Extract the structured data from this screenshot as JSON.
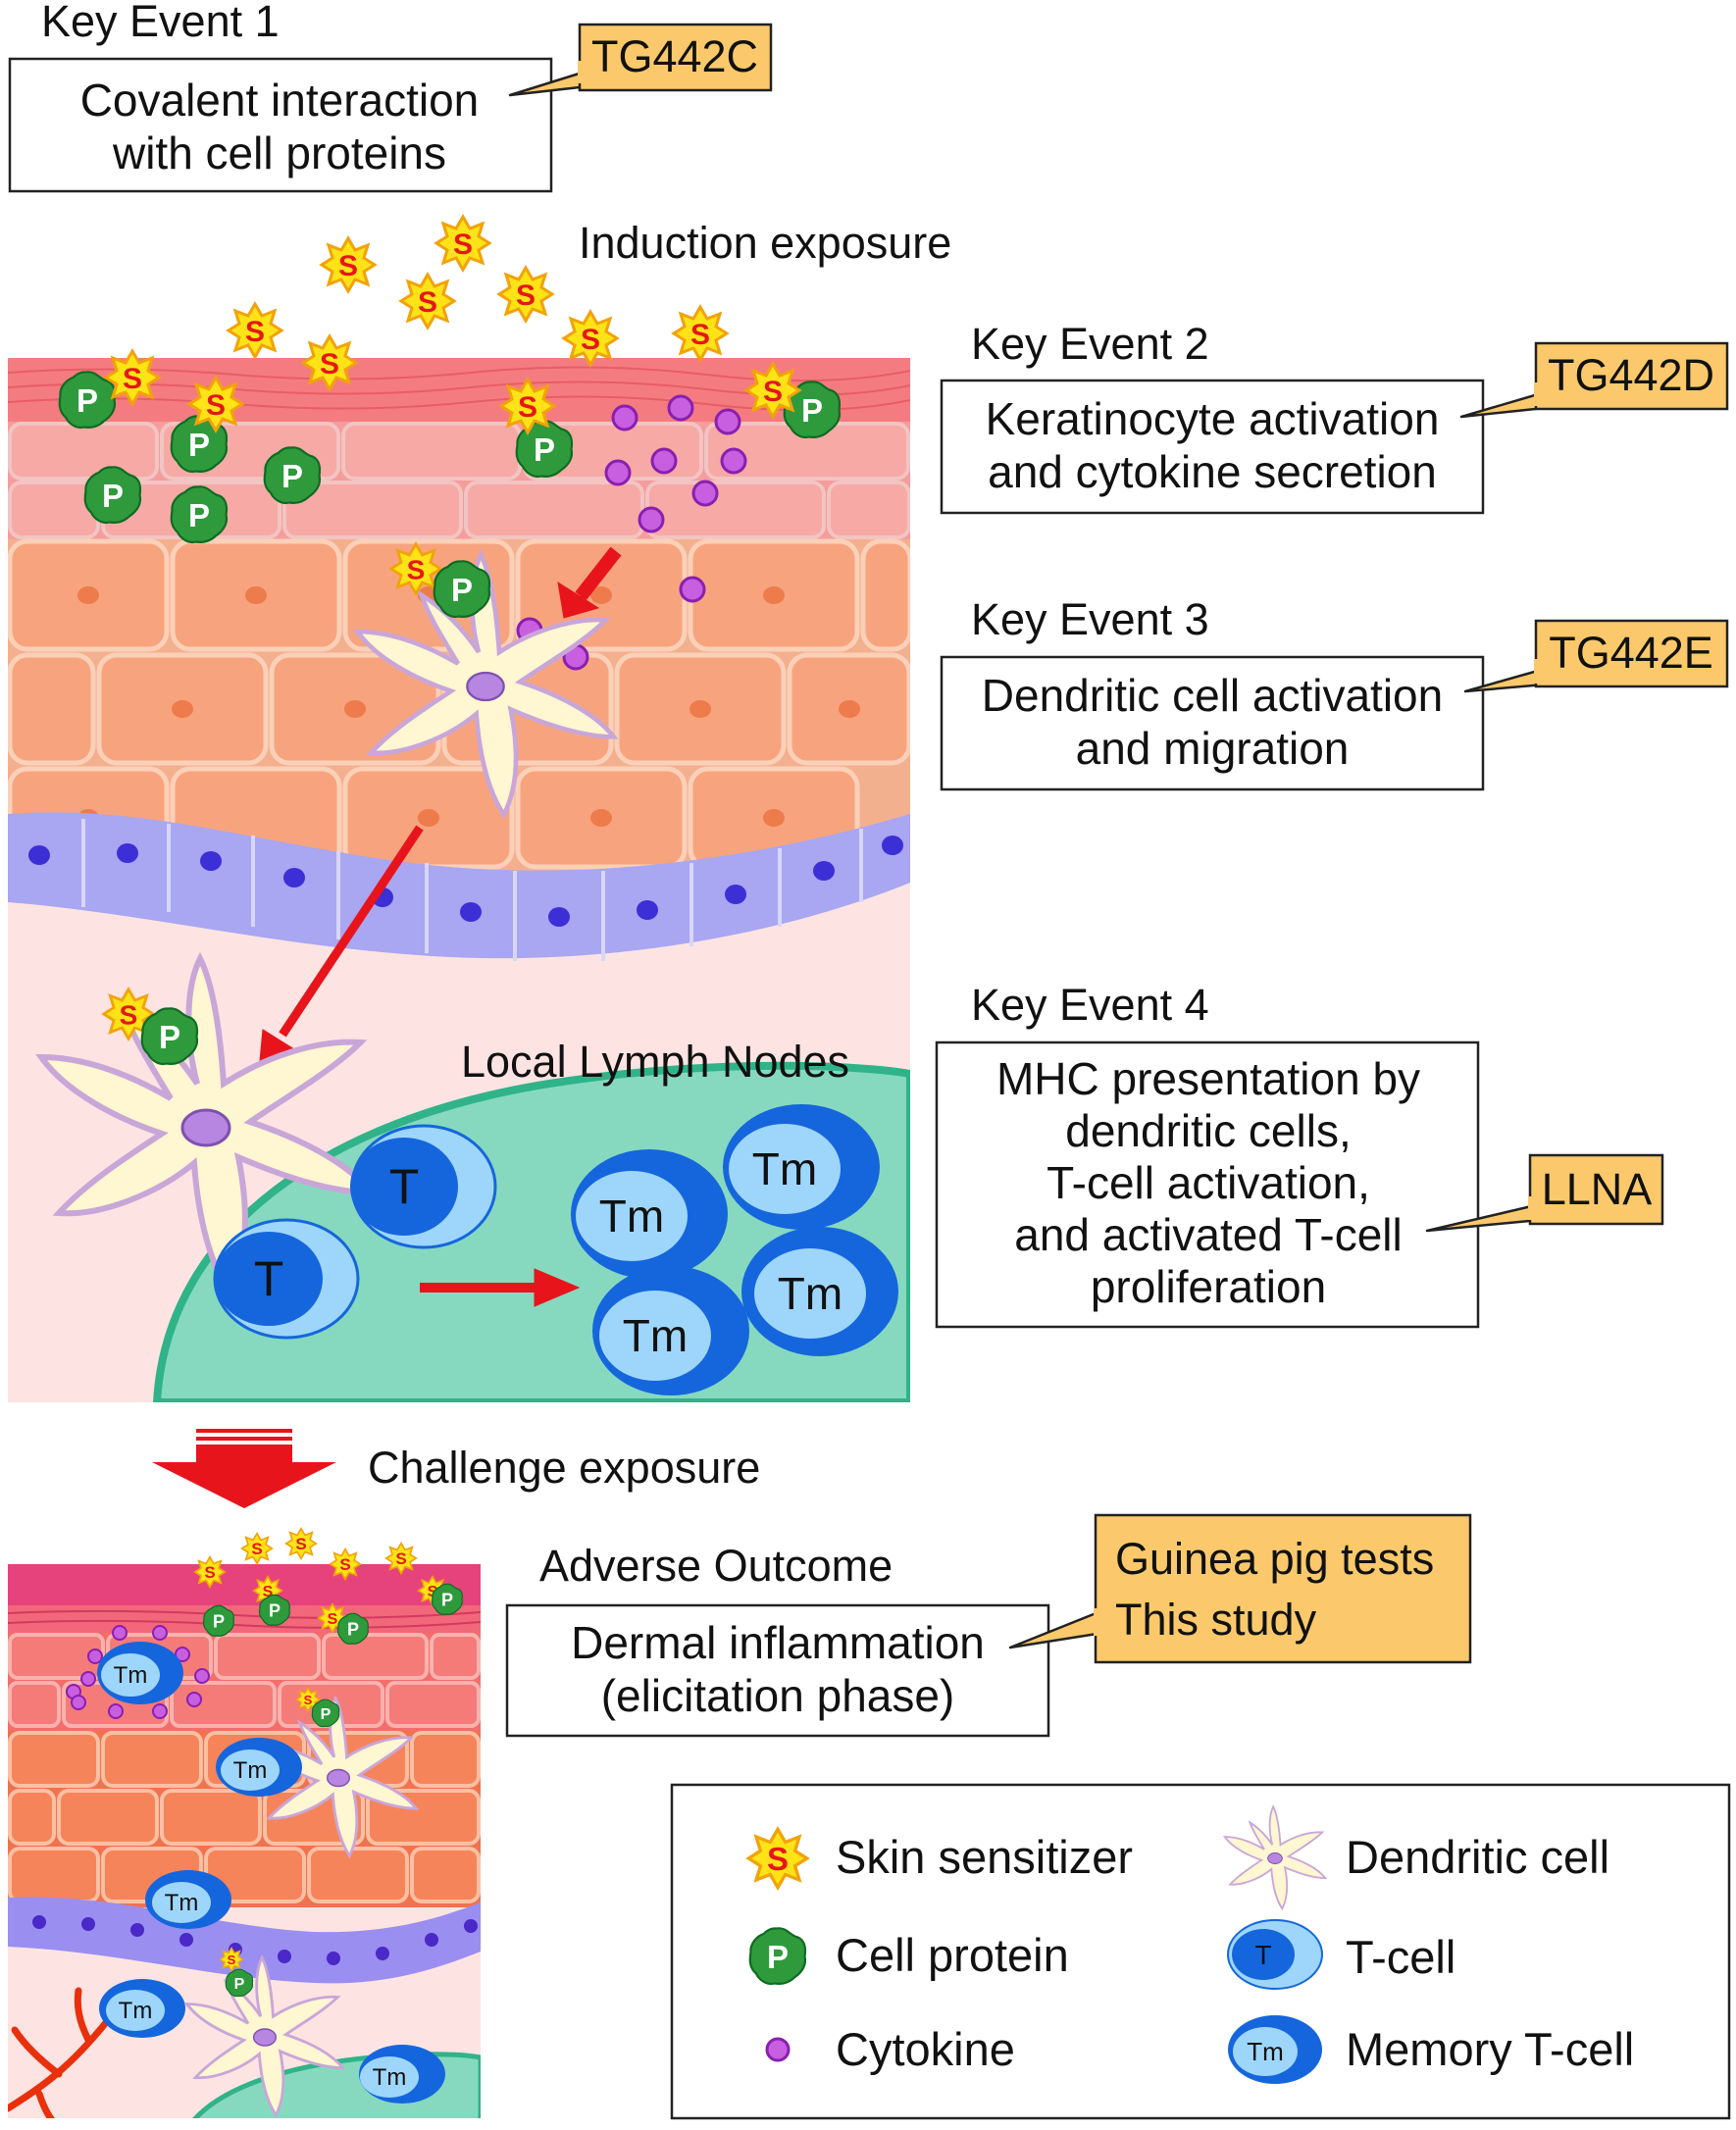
{
  "key_events": [
    {
      "heading": "Key Event 1",
      "lines": [
        "Covalent interaction",
        "with cell proteins"
      ],
      "test": "TG442C"
    },
    {
      "heading": "Key Event 2",
      "lines": [
        "Keratinocyte activation",
        "and cytokine secretion"
      ],
      "test": "TG442D"
    },
    {
      "heading": "Key Event 3",
      "lines": [
        "Dendritic cell activation",
        "and migration"
      ],
      "test": "TG442E"
    },
    {
      "heading": "Key Event 4",
      "lines": [
        "MHC presentation by",
        "dendritic cells,",
        "T-cell activation,",
        "and activated T-cell",
        "proliferation"
      ],
      "test": "LLNA"
    }
  ],
  "adverse_outcome": {
    "heading": "Adverse Outcome",
    "lines": [
      "Dermal inflammation",
      "(elicitation phase)"
    ],
    "tests": [
      "Guinea pig tests",
      "This study"
    ]
  },
  "labels": {
    "induction": "Induction exposure",
    "lymph_nodes": "Local Lymph Nodes",
    "challenge": "Challenge exposure"
  },
  "glyphs": {
    "sensitizer": "S",
    "protein": "P",
    "tcell": "T",
    "memory": "Tm"
  },
  "legend": [
    {
      "icon": "sensitizer-icon",
      "label": "Skin sensitizer"
    },
    {
      "icon": "dendritic-cell-icon",
      "label": "Dendritic cell"
    },
    {
      "icon": "cell-protein-icon",
      "label": "Cell protein"
    },
    {
      "icon": "t-cell-icon",
      "label": "T-cell"
    },
    {
      "icon": "cytokine-icon",
      "label": "Cytokine"
    },
    {
      "icon": "memory-t-cell-icon",
      "label": "Memory T-cell"
    }
  ],
  "colors": {
    "tag_fill": "#fbc96b",
    "arrow": "#e8141c",
    "cytokine": "#c85fe0",
    "protein": "#2e9a3c",
    "tcell": "#1566dd",
    "lymph": "#86d9bf",
    "basal": "#a9a6f2",
    "keratinocyte": "#f7a47e",
    "stratum": "#f3878a"
  }
}
